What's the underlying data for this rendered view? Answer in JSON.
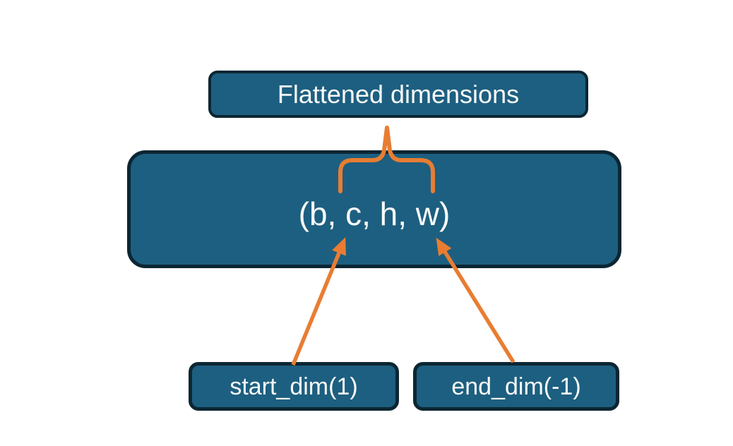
{
  "diagram": {
    "title_box": {
      "label": "Flattened dimensions"
    },
    "tensor_box": {
      "label": "(b, c, h, w)"
    },
    "start_dim_box": {
      "label": "start_dim(1)"
    },
    "end_dim_box": {
      "label": "end_dim(-1)"
    }
  },
  "colors": {
    "node_fill": "#1d5f80",
    "node_border": "#0c2633",
    "connector_orange": "#e87d32",
    "label_text": "#fafafa",
    "background": "#ffffff"
  }
}
